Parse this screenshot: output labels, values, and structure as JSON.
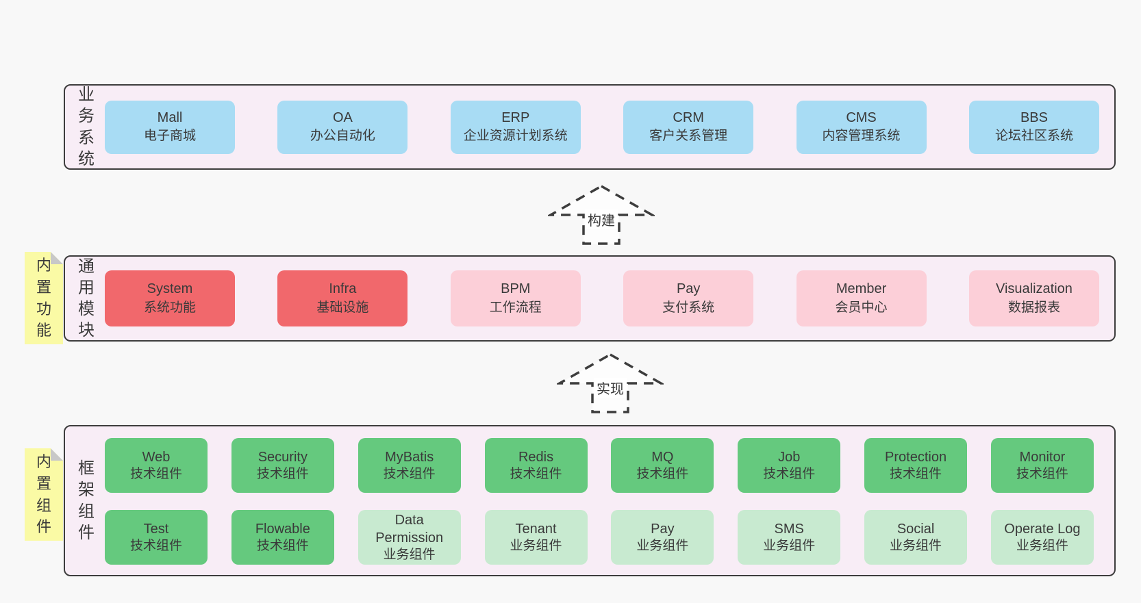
{
  "palette": {
    "page-bg": "#f8f8f8",
    "container-bg": "#f8edf6",
    "line": "#3d3d3d",
    "text": "#3a3a3a",
    "blue": "#a8dcf4",
    "red": "#f1686c",
    "pink": "#fccfd8",
    "green": "#65c97e",
    "lightgreen": "#c8ead0",
    "yellow": "#fafaa5",
    "fold-gray": "#c8c8c8",
    "arrow-fill": "#fdfdfd"
  },
  "arrows": [
    {
      "label": "构建"
    },
    {
      "label": "实现"
    }
  ],
  "sections": [
    {
      "id": "business-systems",
      "side_label": "业务系统",
      "rows": [
        [
          {
            "title": "Mall",
            "subtitle": "电子商城",
            "color": "blue"
          },
          {
            "title": "OA",
            "subtitle": "办公自动化",
            "color": "blue"
          },
          {
            "title": "ERP",
            "subtitle": "企业资源计划系统",
            "color": "blue"
          },
          {
            "title": "CRM",
            "subtitle": "客户关系管理",
            "color": "blue"
          },
          {
            "title": "CMS",
            "subtitle": "内容管理系统",
            "color": "blue"
          },
          {
            "title": "BBS",
            "subtitle": "论坛社区系统",
            "color": "blue"
          }
        ]
      ]
    },
    {
      "id": "common-modules",
      "side_label": "通用模块",
      "sticky": {
        "label": "内置功能"
      },
      "rows": [
        [
          {
            "title": "System",
            "subtitle": "系统功能",
            "color": "red"
          },
          {
            "title": "Infra",
            "subtitle": "基础设施",
            "color": "red"
          },
          {
            "title": "BPM",
            "subtitle": "工作流程",
            "color": "pink"
          },
          {
            "title": "Pay",
            "subtitle": "支付系统",
            "color": "pink"
          },
          {
            "title": "Member",
            "subtitle": "会员中心",
            "color": "pink"
          },
          {
            "title": "Visualization",
            "subtitle": "数据报表",
            "color": "pink"
          }
        ]
      ]
    },
    {
      "id": "framework-components",
      "side_label": "框架组件",
      "sticky": {
        "label": "内置组件"
      },
      "rows": [
        [
          {
            "title": "Web",
            "subtitle": "技术组件",
            "color": "green"
          },
          {
            "title": "Security",
            "subtitle": "技术组件",
            "color": "green"
          },
          {
            "title": "MyBatis",
            "subtitle": "技术组件",
            "color": "green"
          },
          {
            "title": "Redis",
            "subtitle": "技术组件",
            "color": "green"
          },
          {
            "title": "MQ",
            "subtitle": "技术组件",
            "color": "green"
          },
          {
            "title": "Job",
            "subtitle": "技术组件",
            "color": "green"
          },
          {
            "title": "Protection",
            "subtitle": "技术组件",
            "color": "green"
          },
          {
            "title": "Monitor",
            "subtitle": "技术组件",
            "color": "green"
          }
        ],
        [
          {
            "title": "Test",
            "subtitle": "技术组件",
            "color": "green"
          },
          {
            "title": "Flowable",
            "subtitle": "技术组件",
            "color": "green"
          },
          {
            "title": "Data Permission",
            "subtitle": "业务组件",
            "color": "lightgreen"
          },
          {
            "title": "Tenant",
            "subtitle": "业务组件",
            "color": "lightgreen"
          },
          {
            "title": "Pay",
            "subtitle": "业务组件",
            "color": "lightgreen"
          },
          {
            "title": "SMS",
            "subtitle": "业务组件",
            "color": "lightgreen"
          },
          {
            "title": "Social",
            "subtitle": "业务组件",
            "color": "lightgreen"
          },
          {
            "title": "Operate Log",
            "subtitle": "业务组件",
            "color": "lightgreen"
          }
        ]
      ]
    }
  ]
}
